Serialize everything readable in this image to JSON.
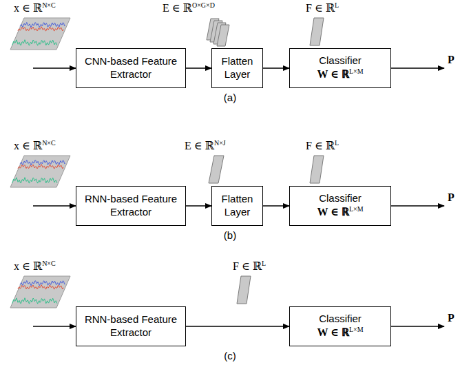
{
  "diagram": {
    "nodes": [
      {
        "text": [
          "CNN-based Feature Extractor"
        ]
      },
      {
        "text": [
          "Flatten Layer"
        ]
      },
      {
        "text": [
          "Classifier",
          "W ∈ ℝ",
          "L×M"
        ]
      },
      {
        "text": [
          "RNN-based Feature Extractor"
        ]
      },
      {
        "text": [
          "Flatten Layer"
        ]
      },
      {
        "text": [
          "Classifier",
          "W ∈ ℝ",
          "L×M"
        ]
      },
      {
        "text": [
          "RNN-based Feature Extractor"
        ]
      },
      {
        "text": [
          "Classifier",
          "W ∈ ℝ",
          "L×M"
        ]
      }
    ],
    "edges": [
      {
        "from": 0,
        "to": 1,
        "arrow": "to"
      },
      {
        "from": 1,
        "to": 2,
        "arrow": "to"
      },
      {
        "from": 3,
        "to": 4,
        "arrow": "to"
      },
      {
        "from": 4,
        "to": 5,
        "arrow": "to"
      },
      {
        "from": 6,
        "to": 7,
        "arrow": "to"
      }
    ],
    "labels": [
      "(a)",
      "(b)",
      "(c)",
      "x ∈ ℝ",
      "N×C",
      "E ∈ ℝ",
      "O×G×D",
      "F ∈ ℝ",
      "L",
      "P",
      "x ∈ ℝ",
      "N×C",
      "E ∈ ℝ",
      "N×J",
      "F ∈ ℝ",
      "L",
      "P",
      "x ∈ ℝ",
      "N×C",
      "F ∈ ℝ",
      "L",
      "P"
    ]
  }
}
